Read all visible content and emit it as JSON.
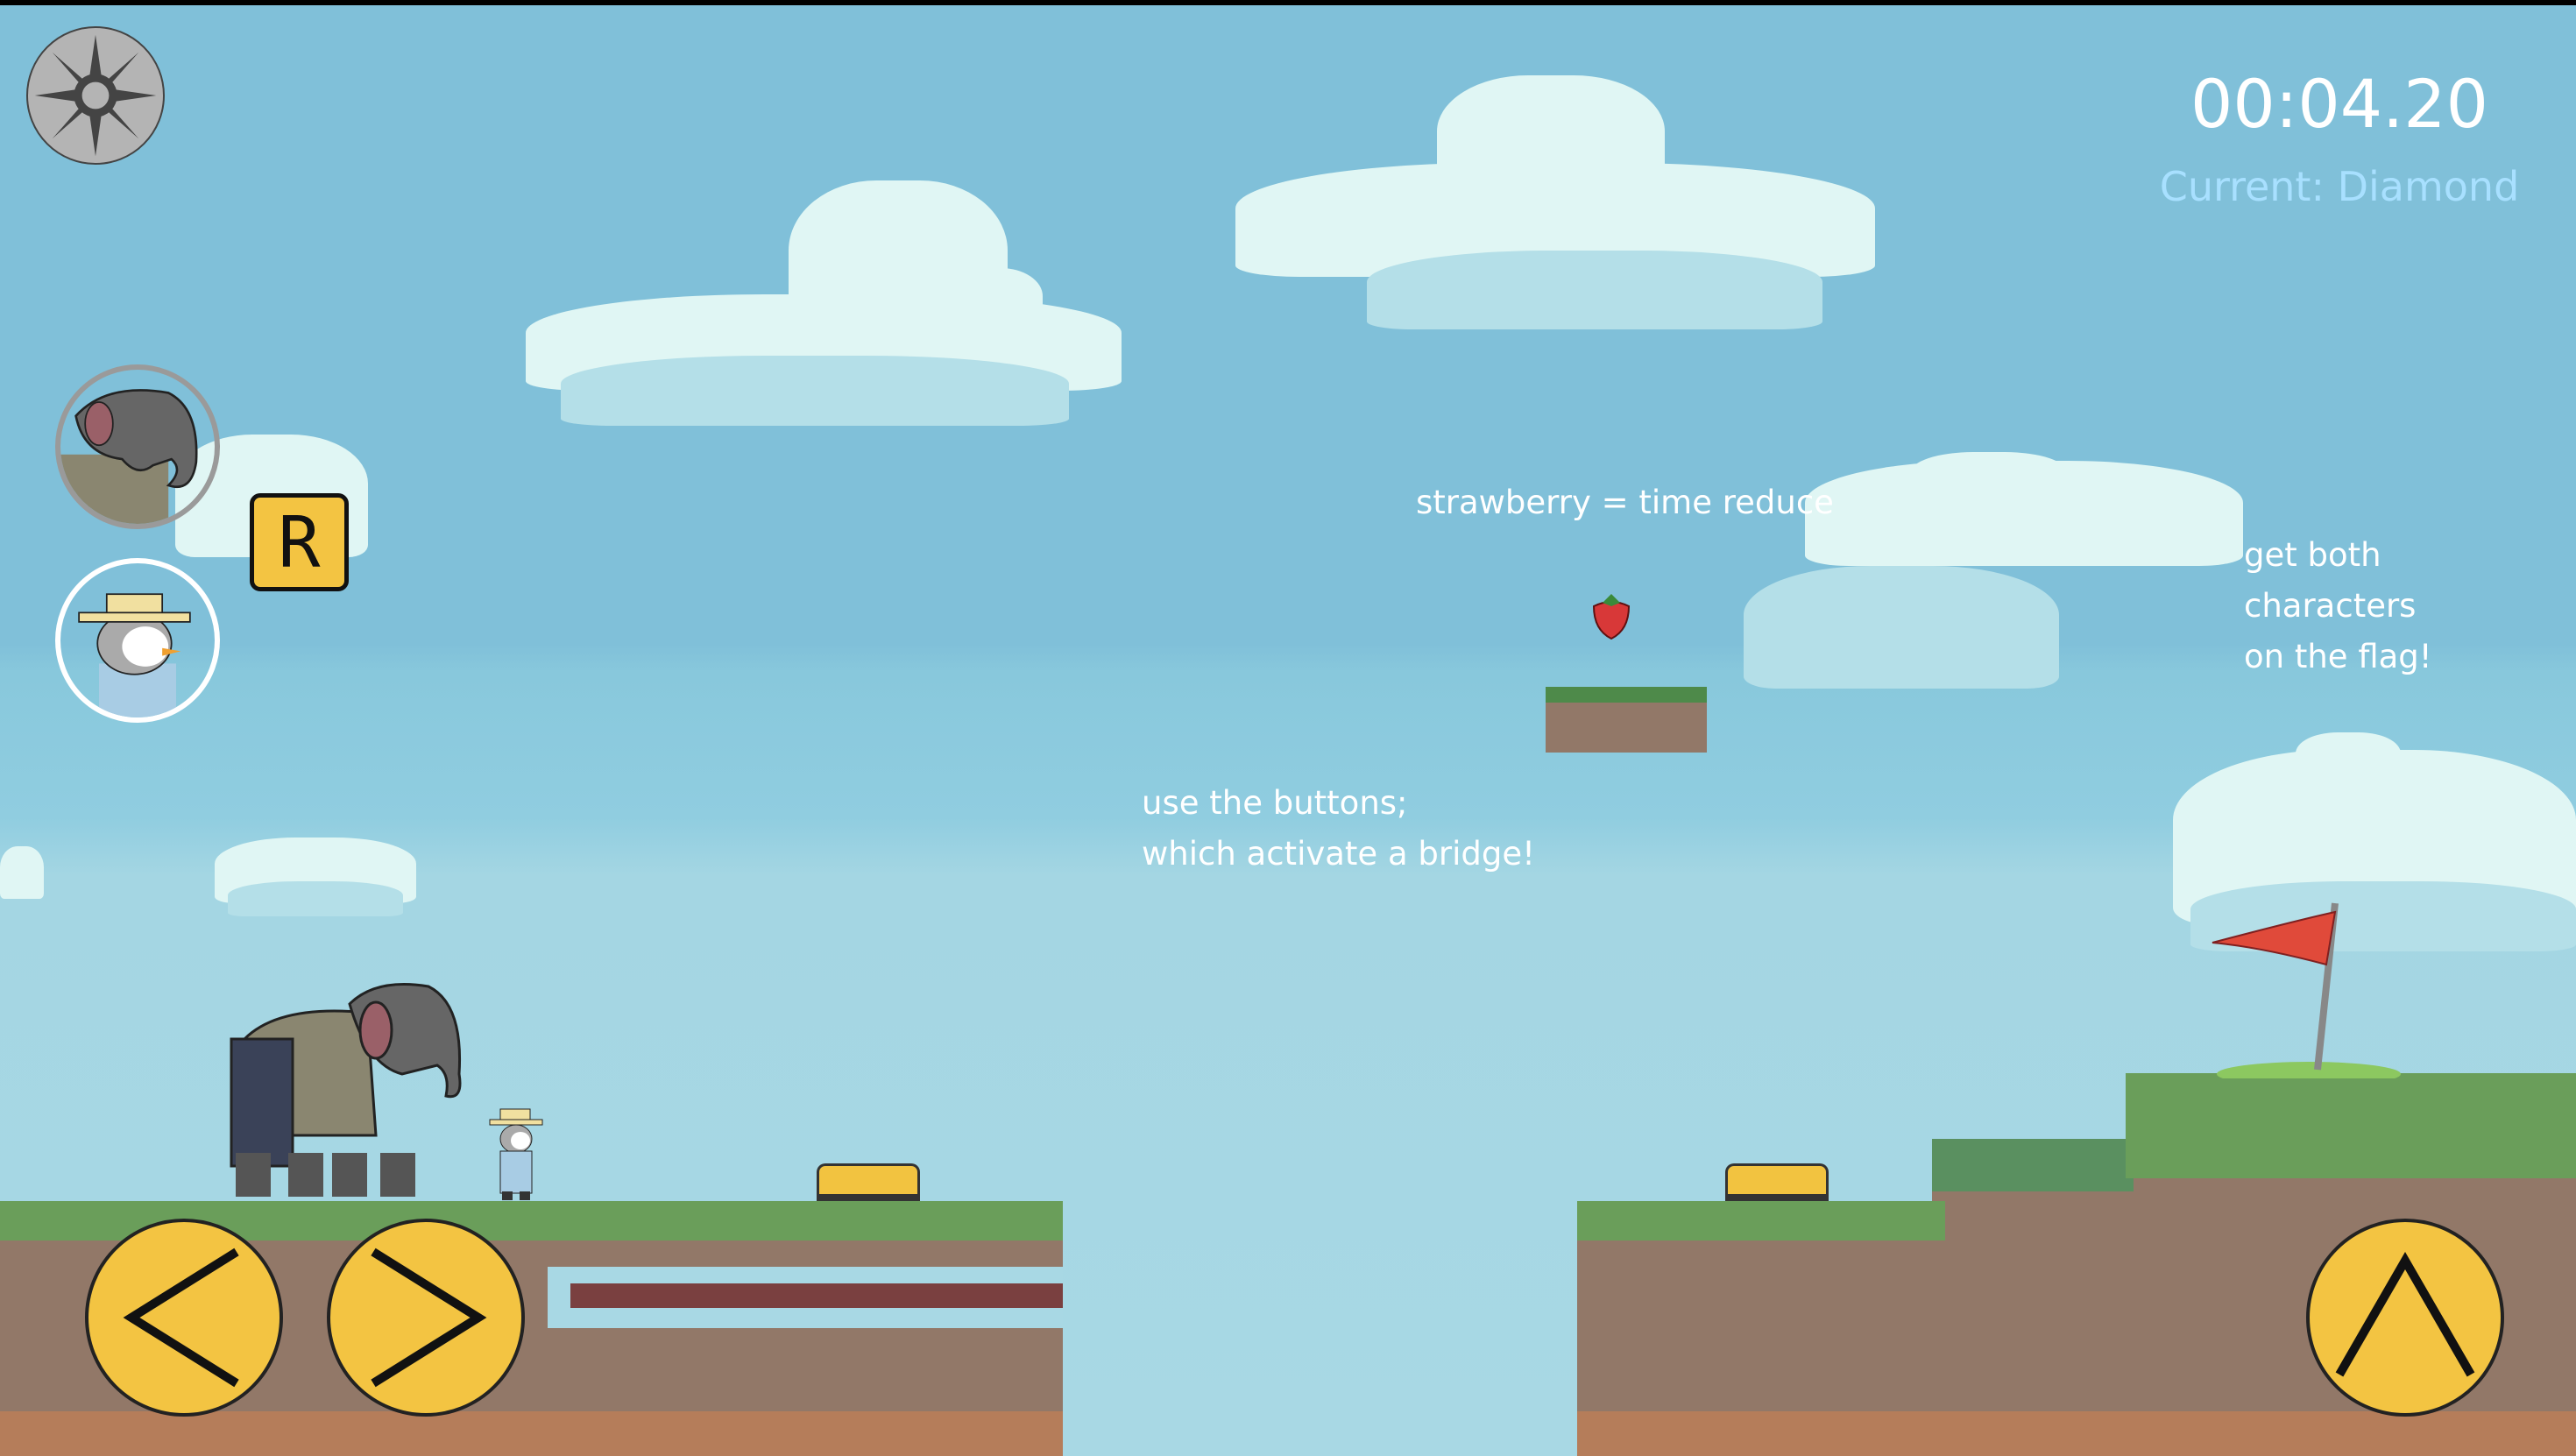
{
  "hud": {
    "timer": "00:04.20",
    "rank": "Current: Diamond",
    "restart_key": "R"
  },
  "hints": {
    "strawberry": "strawberry = time reduce",
    "buttons_line1": "use the buttons;",
    "buttons_line2": "which activate a bridge!",
    "goal_line1": "get both",
    "goal_line2": "characters",
    "goal_line3": "on the flag!"
  },
  "characters": [
    {
      "name": "elephant",
      "active": false
    },
    {
      "name": "penguin",
      "active": true
    }
  ],
  "icons": {
    "settings": "gear-icon",
    "left": "arrow-left-icon",
    "right": "arrow-right-icon",
    "jump": "arrow-up-icon"
  },
  "colors": {
    "sky": "#80c0d9",
    "button_yellow": "#f3c442",
    "grass": "#6a9e5a",
    "dirt": "#927868",
    "flag": "#e04a3a",
    "bridge": "#7a4040"
  }
}
